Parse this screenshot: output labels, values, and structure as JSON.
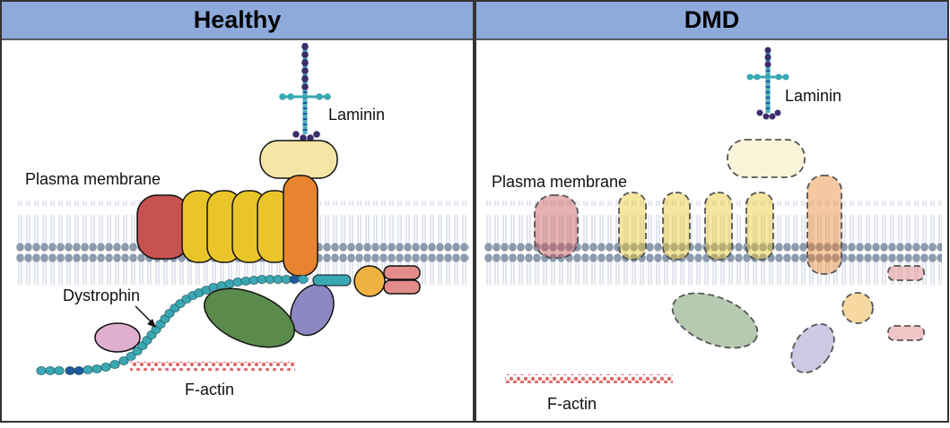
{
  "panels": {
    "healthy": {
      "title": "Healthy",
      "labels": {
        "laminin": "Laminin",
        "membrane": "Plasma membrane",
        "dystrophin": "Dystrophin",
        "factin": "F-actin"
      }
    },
    "dmd": {
      "title": "DMD",
      "labels": {
        "laminin": "Laminin",
        "membrane": "Plasma membrane",
        "factin": "F-actin"
      }
    }
  },
  "colors": {
    "header": "#8eaadb",
    "border": "#333333",
    "lipid_head": "#8d9aae",
    "lipid_tail": "#c9d2e0",
    "sarcoglycan_red": "#c65352",
    "sarcospan_yellow": "#e9c52a",
    "dystroglycan_orange": "#e8842f",
    "alpha_dystroglycan": "#f5e6a8",
    "dystrophin_teal": "#3aa8b3",
    "dystrophin_dark": "#1f5a9c",
    "syntrophin_green": "#5a8a4c",
    "nnos_purple": "#8d88c2",
    "dystrobrevin_orange": "#f0b243",
    "pink_small": "#e48c8c",
    "pink_oval": "#e0afd0",
    "factin_red": "#e06a6a",
    "laminin_dark": "#3a2f6b"
  }
}
